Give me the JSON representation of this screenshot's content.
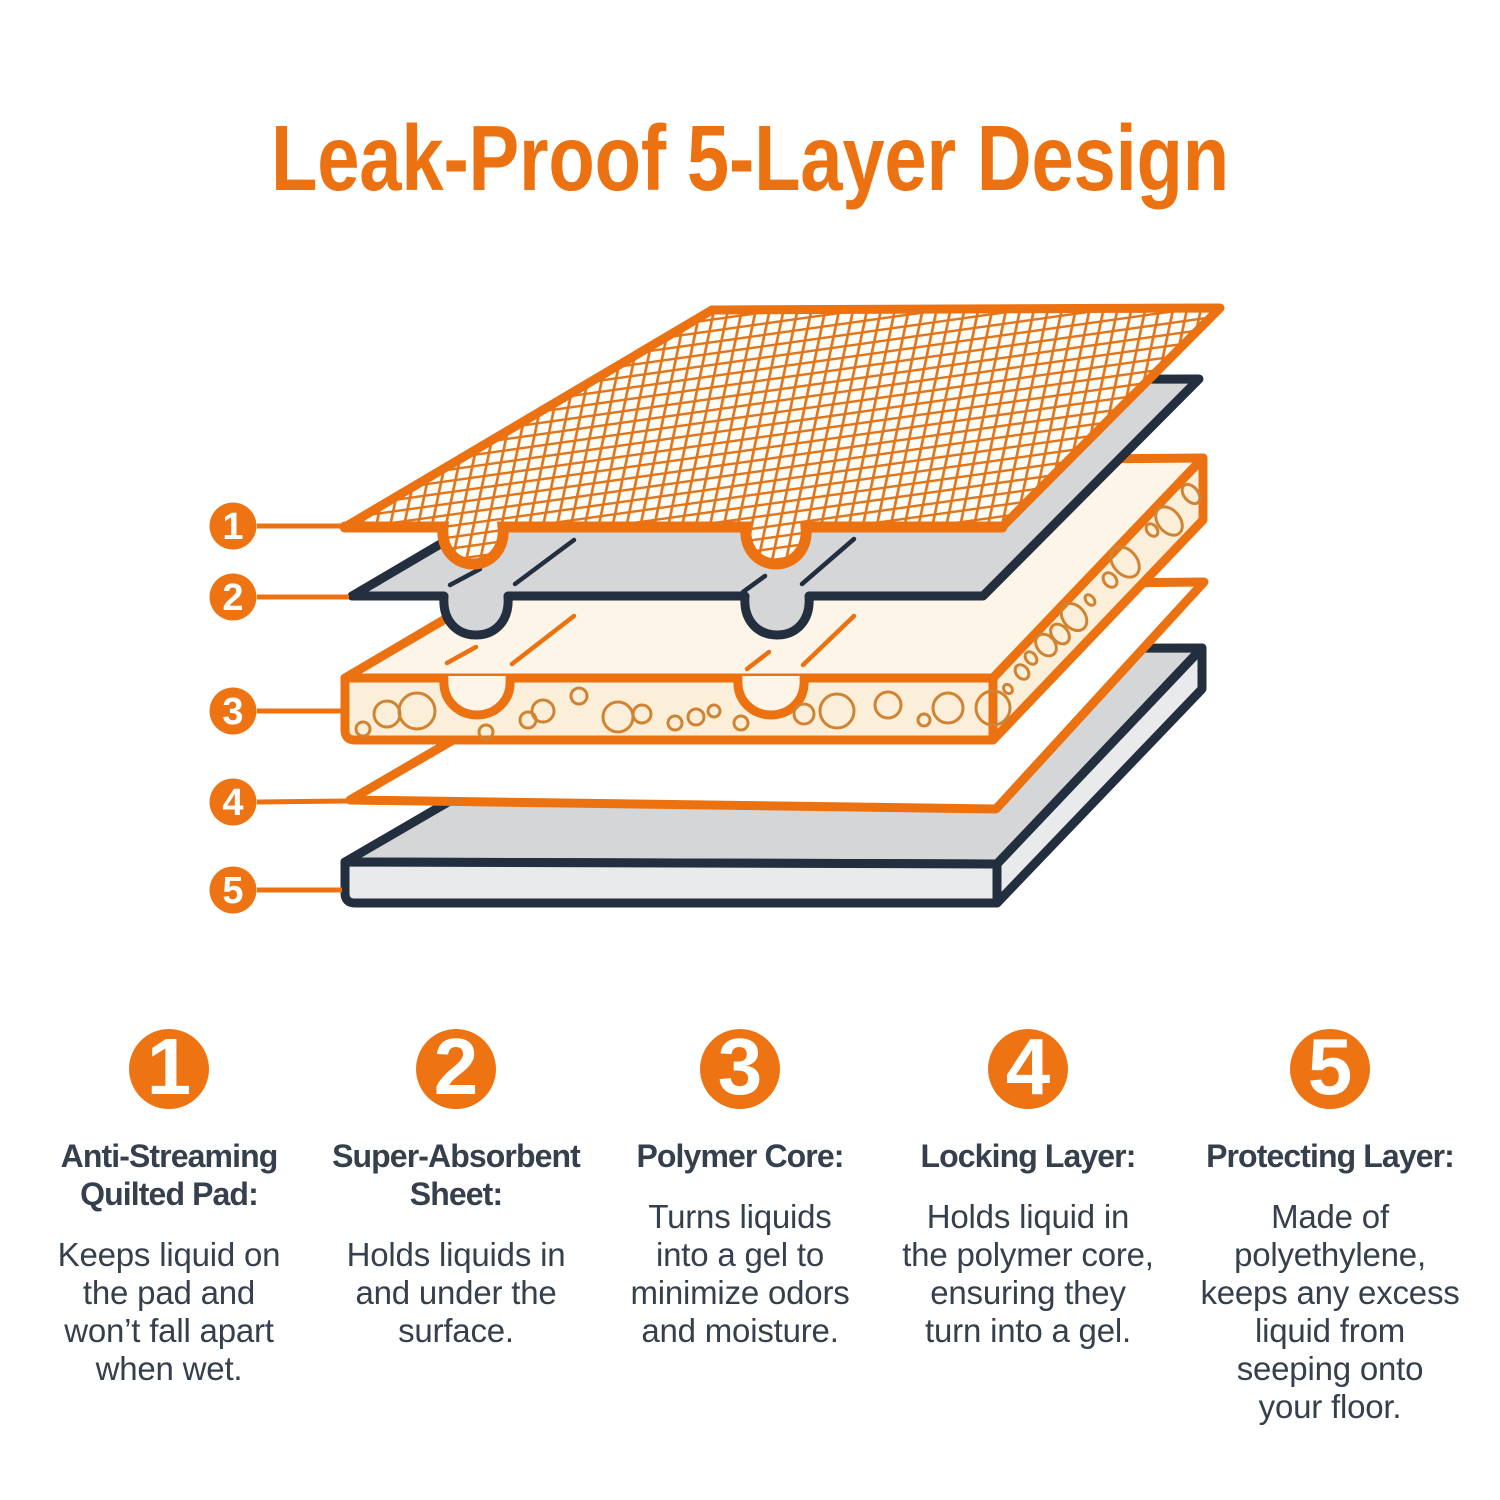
{
  "title": "Leak-Proof 5-Layer Design",
  "colors": {
    "accent_orange": "#EC7211",
    "outline_navy": "#232F3E",
    "text_dark": "#36404C",
    "layer_gray": "#D5D6D8",
    "layer_cream": "#FBEFD9"
  },
  "diagram": {
    "callouts": [
      {
        "number": "1"
      },
      {
        "number": "2"
      },
      {
        "number": "3"
      },
      {
        "number": "4"
      },
      {
        "number": "5"
      }
    ]
  },
  "columns": [
    {
      "number": "1",
      "heading": "Anti-Streaming\nQuilted Pad:",
      "body": "Keeps liquid on\nthe pad and\nwon’t fall apart\nwhen wet."
    },
    {
      "number": "2",
      "heading": "Super-Absorbent\nSheet:",
      "body": "Holds liquids in\nand under the\nsurface."
    },
    {
      "number": "3",
      "heading": "Polymer Core:",
      "body": "Turns liquids\ninto a gel to\nminimize odors\nand moisture."
    },
    {
      "number": "4",
      "heading": "Locking Layer:",
      "body": "Holds liquid in\nthe polymer core,\nensuring they\nturn into a gel."
    },
    {
      "number": "5",
      "heading": "Protecting Layer:",
      "body": "Made of\npolyethylene,\nkeeps any excess\nliquid from\nseeping onto\nyour floor."
    }
  ]
}
